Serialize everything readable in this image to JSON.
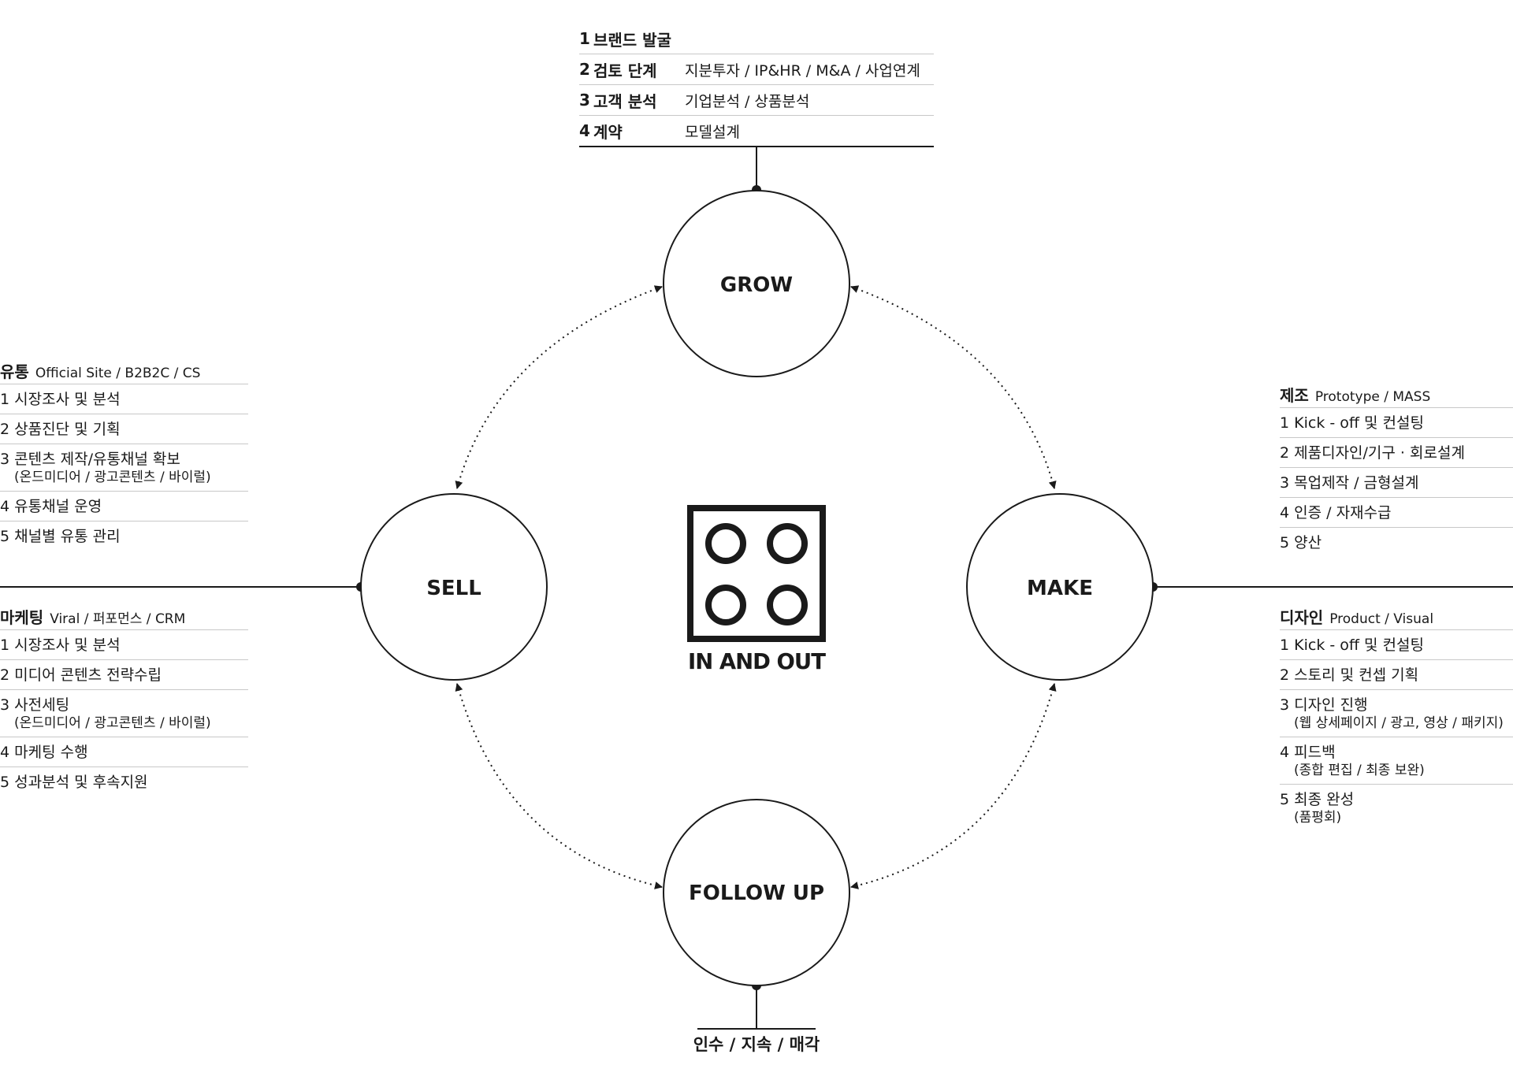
{
  "nodes": {
    "grow": "GROW",
    "sell": "SELL",
    "make": "MAKE",
    "follow_up": "FOLLOW UP"
  },
  "logo": {
    "text": "IN AND OUT",
    "icon": "four-circles-grid-icon"
  },
  "grow_table": [
    {
      "num": "1",
      "title": "브랜드 발굴",
      "detail": ""
    },
    {
      "num": "2",
      "title": "검토 단계",
      "detail": "지분투자 / IP&HR / M&A / 사업연계"
    },
    {
      "num": "3",
      "title": "고객 분석",
      "detail": "기업분석 / 상품분석"
    },
    {
      "num": "4",
      "title": "계약",
      "detail": "모델설계"
    }
  ],
  "sell": {
    "distribution": {
      "title": "유통",
      "subtitle": "Official Site / B2B2C / CS",
      "items": [
        {
          "text": "1 시장조사 및 분석",
          "sub": ""
        },
        {
          "text": "2 상품진단 및 기획",
          "sub": ""
        },
        {
          "text": "3 콘텐츠 제작/유통채널 확보",
          "sub": "(온드미디어 / 광고콘텐츠 / 바이럴)"
        },
        {
          "text": "4 유통채널 운영",
          "sub": ""
        },
        {
          "text": "5 채널별 유통 관리",
          "sub": ""
        }
      ]
    },
    "marketing": {
      "title": "마케팅",
      "subtitle": "Viral / 퍼포먼스 / CRM",
      "items": [
        {
          "text": "1 시장조사 및 분석",
          "sub": ""
        },
        {
          "text": "2 미디어 콘텐츠 전략수립",
          "sub": ""
        },
        {
          "text": "3 사전세팅",
          "sub": "(온드미디어 / 광고콘텐츠 / 바이럴)"
        },
        {
          "text": "4 마케팅 수행",
          "sub": ""
        },
        {
          "text": "5 성과분석 및 후속지원",
          "sub": ""
        }
      ]
    }
  },
  "make": {
    "manufacturing": {
      "title": "제조",
      "subtitle": "Prototype / MASS",
      "items": [
        {
          "text": "1 Kick - off 및 컨설팅",
          "sub": ""
        },
        {
          "text": "2 제품디자인/기구 · 회로설계",
          "sub": ""
        },
        {
          "text": "3 목업제작 / 금형설계",
          "sub": ""
        },
        {
          "text": "4 인증 / 자재수급",
          "sub": ""
        },
        {
          "text": "5 양산",
          "sub": ""
        }
      ]
    },
    "design": {
      "title": "디자인",
      "subtitle": "Product / Visual",
      "items": [
        {
          "text": "1 Kick - off 및 컨설팅",
          "sub": ""
        },
        {
          "text": "2 스토리 및 컨셉 기획",
          "sub": ""
        },
        {
          "text": "3 디자인 진행",
          "sub": "(웹 상세페이지 / 광고, 영상 / 패키지)"
        },
        {
          "text": "4 피드백",
          "sub": "(종합 편집 / 최종 보완)"
        },
        {
          "text": "5 최종 완성",
          "sub": "(품평회)"
        }
      ]
    }
  },
  "follow_up_label": "인수 / 지속 / 매각"
}
